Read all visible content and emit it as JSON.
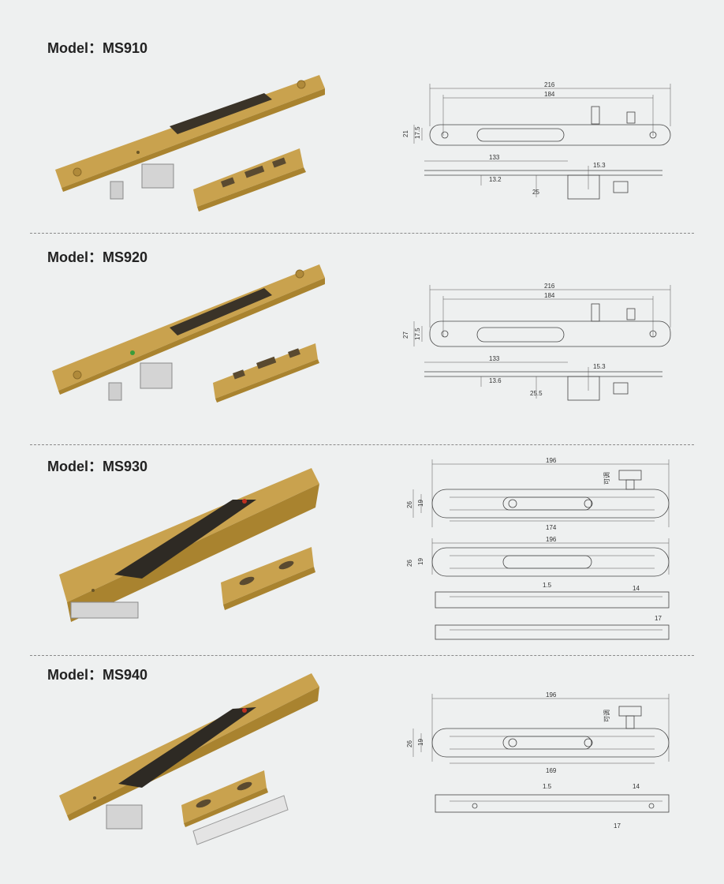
{
  "colors": {
    "background": "#eef0f0",
    "gold": "#c9a24e",
    "gold_dark": "#a9832f",
    "steel": "#c8c8c8"
  },
  "sections": [
    {
      "model": "Model：MS910",
      "dims": {
        "overall": "216",
        "hole_span": "184",
        "height_outer": "21",
        "height_inner": "17.5",
        "side_len": "133",
        "depth": "13.2",
        "offset": "25",
        "latch": "15.3"
      }
    },
    {
      "model": "Model：MS920",
      "dims": {
        "overall": "216",
        "hole_span": "184",
        "height_outer": "27",
        "height_inner": "17.5",
        "side_len": "133",
        "depth": "13.6",
        "offset": "25.5",
        "latch": "15.3"
      }
    },
    {
      "model": "Model：MS930",
      "dims": {
        "overall": "196",
        "overall_b": "196",
        "inner": "174",
        "height_outer": "26",
        "height_inner": "19",
        "height_outer_b": "26",
        "height_inner_b": "19",
        "adjust": "可调",
        "gap": "1.5",
        "tab": "14",
        "hook": "17"
      }
    },
    {
      "model": "Model：MS940",
      "dims": {
        "overall": "196",
        "inner": "169",
        "height_outer": "26",
        "height_inner": "19",
        "adjust": "可调",
        "gap": "1.5",
        "tab": "14",
        "hook": "17"
      }
    }
  ]
}
